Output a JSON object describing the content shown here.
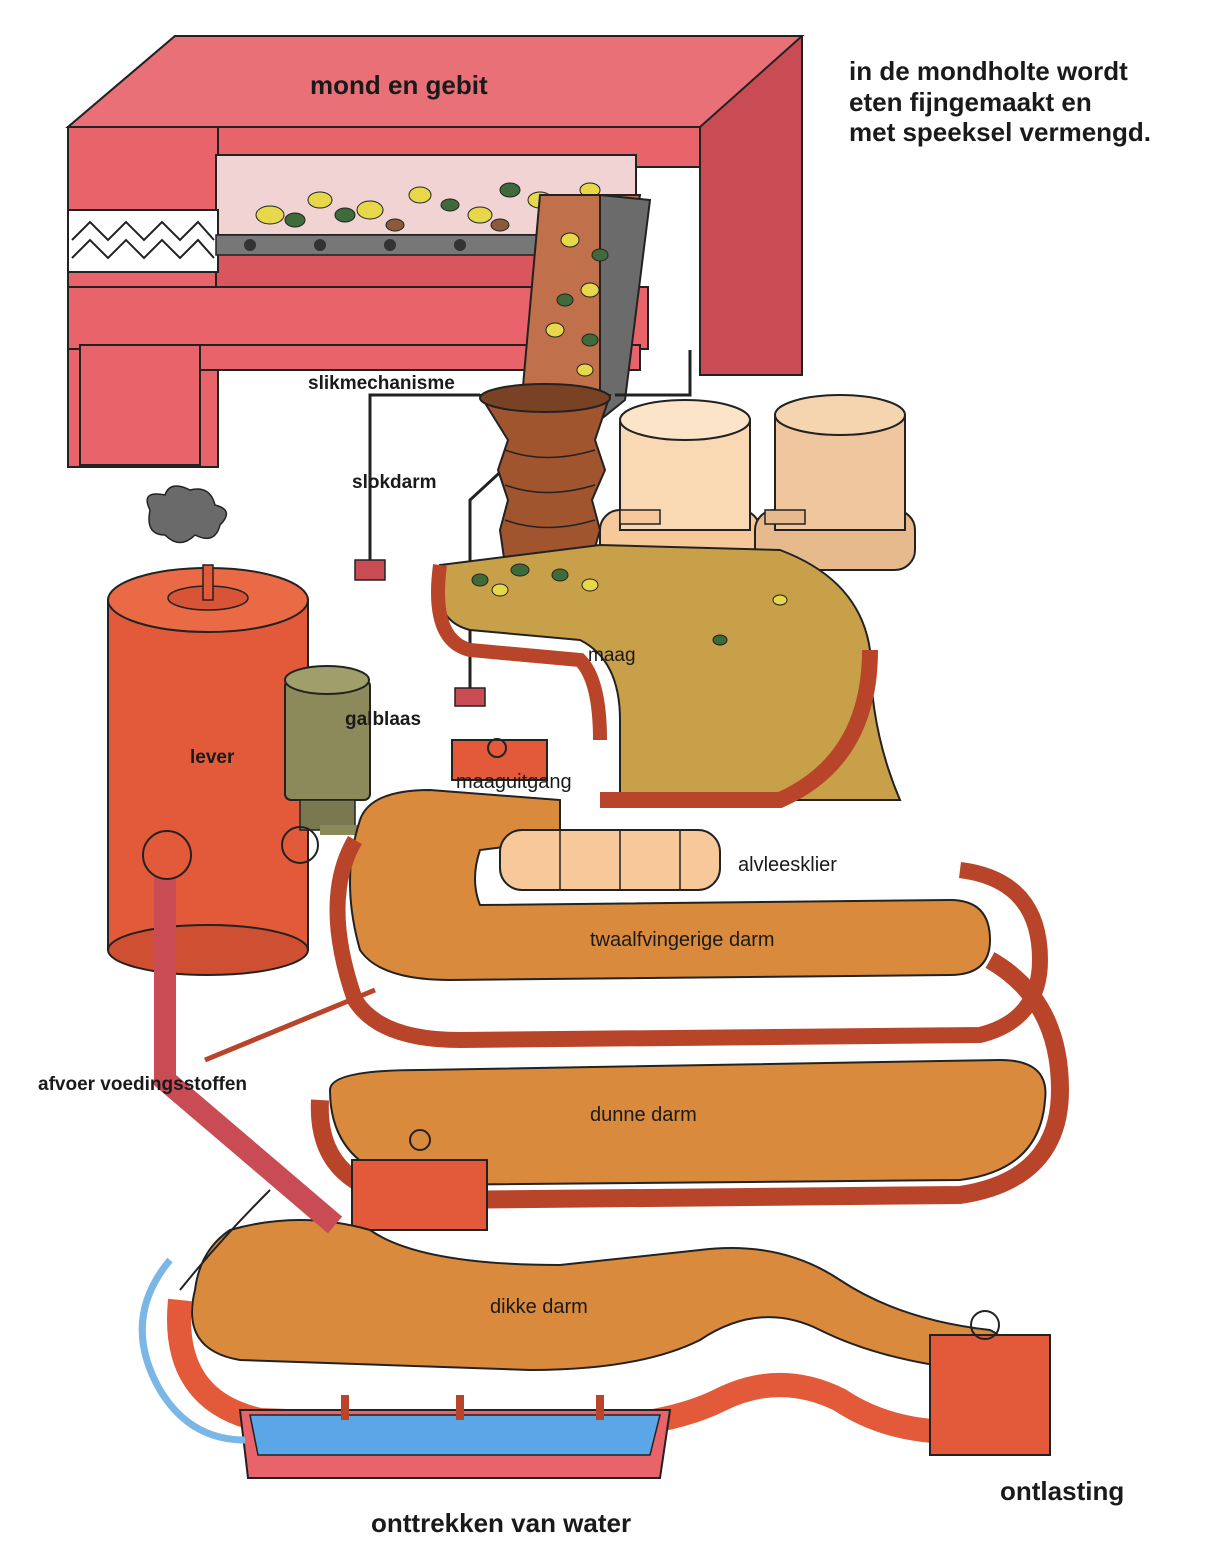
{
  "title": "mond en gebit",
  "intro": {
    "line1": "in de mondholte wordt",
    "line2": "eten fijngemaakt en",
    "line3": "met speeksel vermengd."
  },
  "labels": {
    "slikmechanisme": "slikmechanisme",
    "slokdarm": "slokdarm",
    "maag": "maag",
    "galblaas": "galblaas",
    "lever": "lever",
    "maaguitgang": "maaguitgang",
    "alvleesklier": "alvleesklier",
    "twaalfvingerige_darm": "twaalfvingerige darm",
    "afvoer_voedingsstoffen": "afvoer voedingsstoffen",
    "dunne_darm": "dunne darm",
    "dikke_darm": "dikke darm",
    "ontlasting": "ontlasting",
    "onttrekken_van_water": "onttrekken van water"
  },
  "colors": {
    "mouth_pink": "#e8636a",
    "mouth_dark": "#c94c55",
    "organ_red": "#e25a3a",
    "organ_dark": "#b8452a",
    "food_brown": "#d98a3c",
    "stomach_fill": "#c9a04a",
    "gland_cream": "#f7c89a",
    "galblaas_olive": "#8c8a5a",
    "water_blue": "#5aa6e6"
  }
}
